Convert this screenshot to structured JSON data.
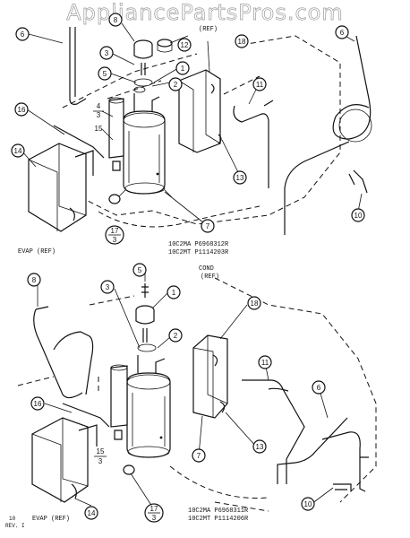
{
  "watermark": "AppliancePartsPros.com",
  "upper": {
    "model_line_1": "10C2MA P6968312R",
    "model_line_2": "10C2MT P1114203R",
    "evap_label": "EVAP (REF)",
    "cond_label": "(REF)",
    "callouts": [
      "6",
      "8",
      "3",
      "5",
      "12",
      "1",
      "2",
      "18",
      "11",
      "16",
      "4",
      "15",
      "14",
      "13",
      "7",
      "10"
    ],
    "fraction": {
      "top": "17",
      "bottom": "3"
    }
  },
  "lower": {
    "model_line_1": "10C2MA P6968311R",
    "model_line_2": "10C2MT P1114206R",
    "evap_label": "EVAP (REF)",
    "cond_label_1": "COND",
    "cond_label_2": "(REF)",
    "rev_label_1": "10",
    "rev_label_2": "REV. I",
    "callouts": [
      "8",
      "5",
      "3",
      "1",
      "18",
      "2",
      "11",
      "6",
      "16",
      "7",
      "13",
      "14",
      "10"
    ],
    "fraction_a": {
      "top": "15",
      "bottom": "3"
    },
    "fraction_b": {
      "top": "17",
      "bottom": "3"
    }
  }
}
